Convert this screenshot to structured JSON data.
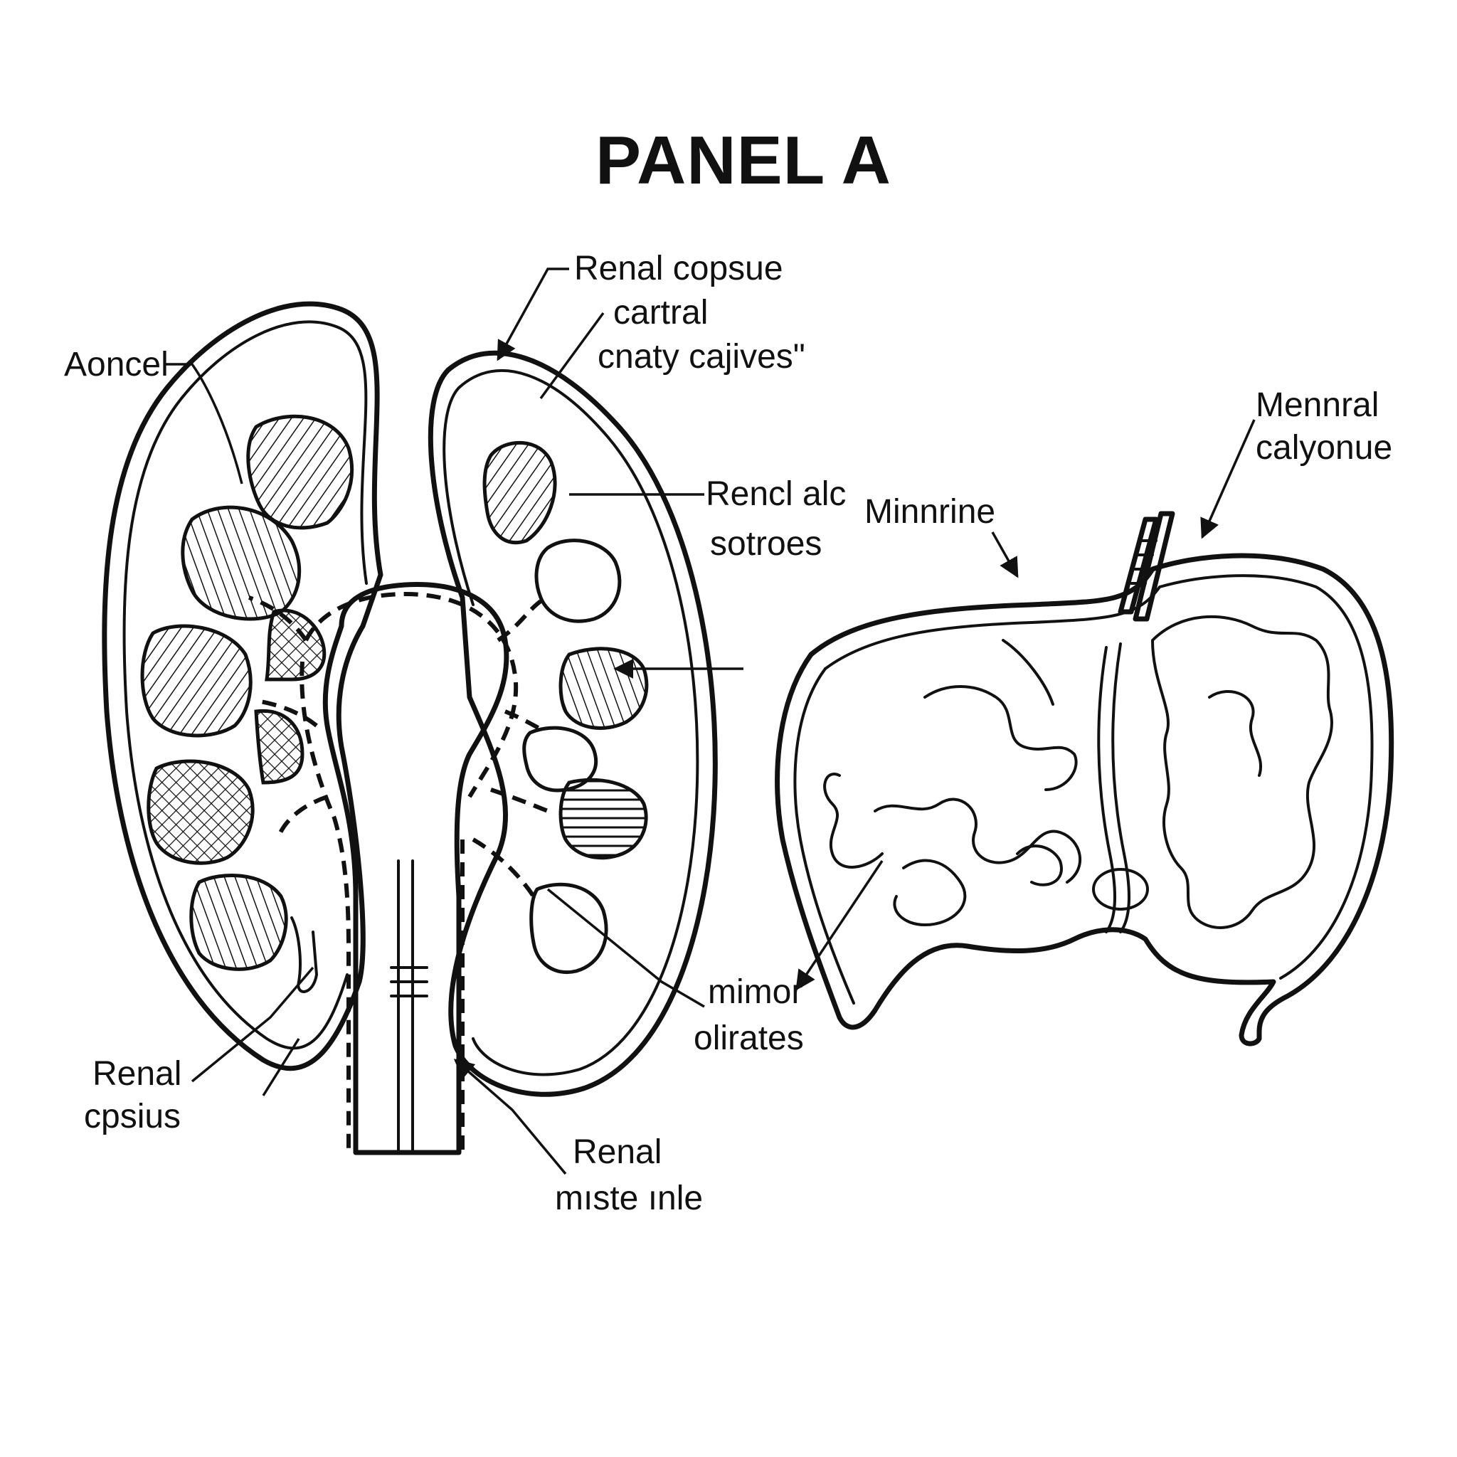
{
  "title": "PANEL A",
  "labels": {
    "aoncel": "Aoncel",
    "renal_copsue": "Renal copsue",
    "cartral_1": "cartral",
    "cartral_2": "cnaty cajives\"",
    "mennral_1": "Mennral",
    "mennral_2": "calyonue",
    "rencl_1": "Rencl alc",
    "rencl_2": "sotroes",
    "minnrine": "Minnrine",
    "mimor_1": "mimor",
    "mimor_2": "olirates",
    "renal_cpsius_1": "Renal",
    "renal_cpsius_2": "cpsius",
    "renal_mste_1": "Renal",
    "renal_mste_2": "mıste ınle"
  }
}
